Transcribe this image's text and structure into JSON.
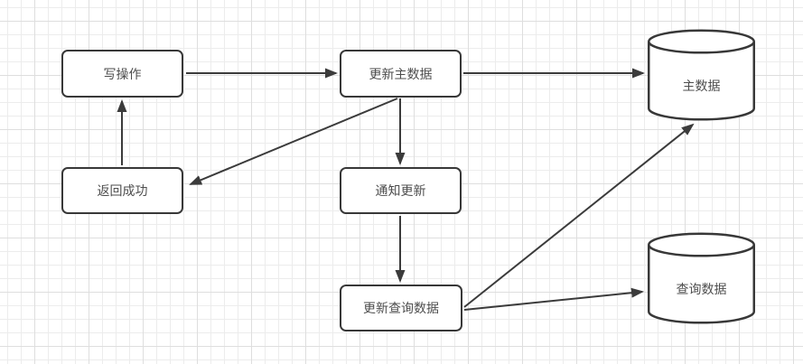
{
  "diagram": {
    "type": "flowchart",
    "theme": {
      "node_stroke": "#383838",
      "edge_stroke": "#3b3b3b",
      "text_color": "#4d4d4d",
      "background": "#ffffff",
      "grid_minor_color": "#ececec",
      "grid_major_color": "#dedede"
    }
  },
  "nodes": {
    "write_operation": {
      "label": "写操作",
      "shape": "rounded-rectangle"
    },
    "update_master_data": {
      "label": "更新主数据",
      "shape": "rounded-rectangle"
    },
    "return_success": {
      "label": "返回成功",
      "shape": "rounded-rectangle"
    },
    "notify_update": {
      "label": "通知更新",
      "shape": "rounded-rectangle"
    },
    "update_query_data": {
      "label": "更新查询数据",
      "shape": "rounded-rectangle"
    },
    "master_data_store": {
      "label": "主数据",
      "shape": "cylinder"
    },
    "query_data_store": {
      "label": "查询数据",
      "shape": "cylinder"
    }
  },
  "edges": [
    {
      "from": "write_operation",
      "to": "update_master_data"
    },
    {
      "from": "update_master_data",
      "to": "master_data_store"
    },
    {
      "from": "update_master_data",
      "to": "notify_update"
    },
    {
      "from": "update_master_data",
      "to": "return_success"
    },
    {
      "from": "return_success",
      "to": "write_operation"
    },
    {
      "from": "notify_update",
      "to": "update_query_data"
    },
    {
      "from": "update_query_data",
      "to": "master_data_store"
    },
    {
      "from": "update_query_data",
      "to": "query_data_store"
    }
  ]
}
